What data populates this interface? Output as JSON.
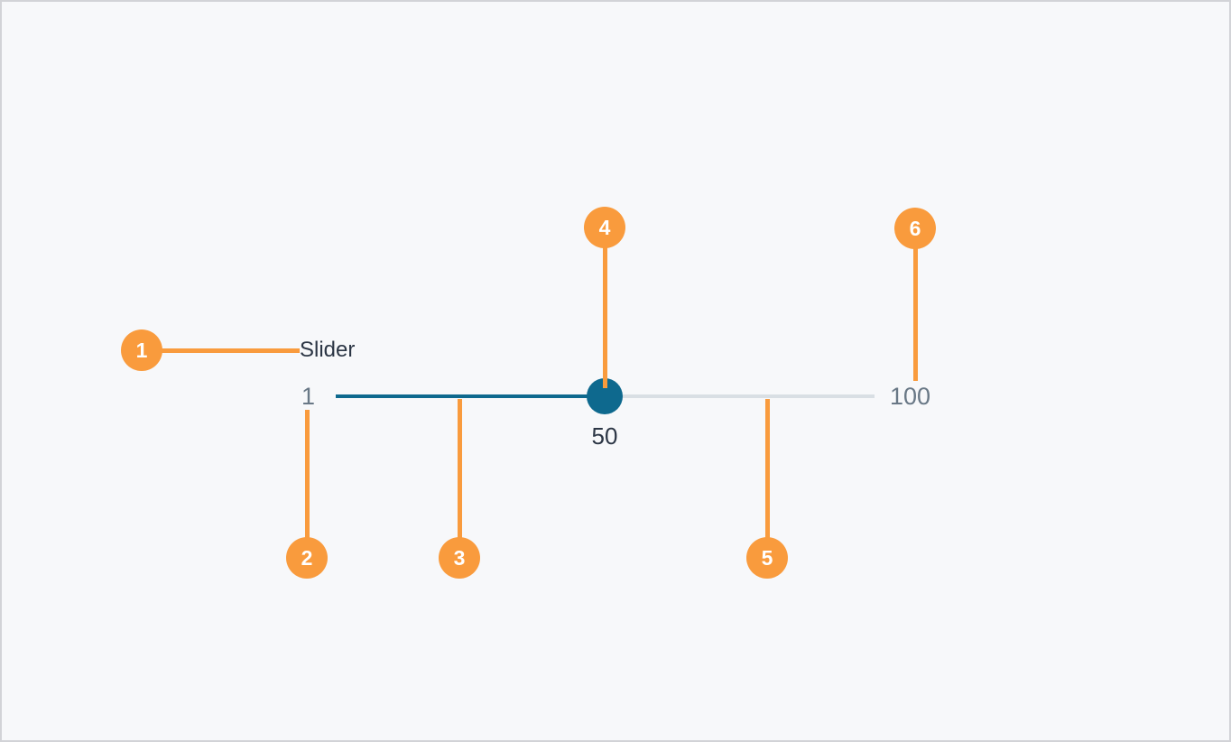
{
  "diagram": {
    "component": {
      "label": "Slider",
      "min_label": "1",
      "max_label": "100",
      "value_label": "50"
    },
    "callouts": [
      {
        "number": "1"
      },
      {
        "number": "2"
      },
      {
        "number": "3"
      },
      {
        "number": "4"
      },
      {
        "number": "5"
      },
      {
        "number": "6"
      }
    ],
    "colors": {
      "accent_orange": "#f99b3d",
      "track_filled": "#0e698e",
      "track_unfilled": "#d9dfe4",
      "handle": "#0e698e",
      "text_primary": "#2c3645",
      "text_secondary": "#697886",
      "background": "#f7f8fa",
      "border": "#d2d3d7"
    }
  }
}
